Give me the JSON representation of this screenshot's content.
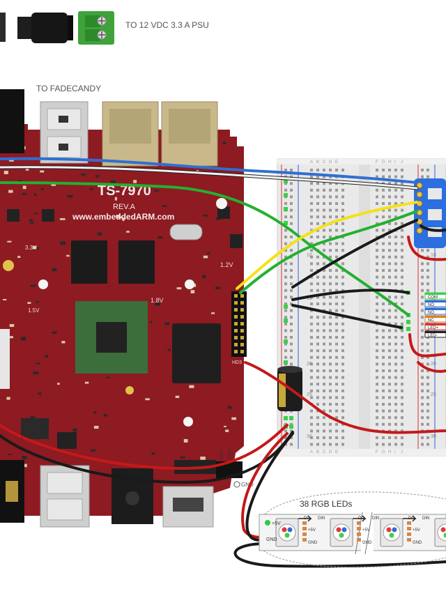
{
  "labels": {
    "psu": "TO 12 VDC 3.3 A PSU",
    "fadecandy": "TO FADECANDY",
    "leds": "38 RGB LEDs"
  },
  "board": {
    "model": "TS-7970",
    "rev": "REV.A",
    "url": "www.embeddedARM.com",
    "chip_labels": [
      "1.8V",
      "1.2V",
      "3.3V",
      "1.5V"
    ],
    "connector_label": "HD3",
    "can_labels": [
      "CAN",
      "CAN",
      "GND"
    ]
  },
  "breadboard": {
    "columns_left": [
      "A",
      "B",
      "C",
      "D",
      "E"
    ],
    "columns_right": [
      "F",
      "G",
      "H",
      "I",
      "J"
    ],
    "row_numbers": [
      "10",
      "15",
      "20",
      "25",
      "30"
    ]
  },
  "level_shifter_pins": [
    "COM",
    "NO",
    "NO",
    "NC",
    "LED+",
    "LED-"
  ],
  "led_pins": {
    "left": [
      "+5V",
      "GND"
    ],
    "chip_left": [
      "DO",
      "+5V",
      "GND"
    ],
    "chip_right": [
      "DIN",
      "+5V",
      "GND"
    ],
    "end": [
      "DO",
      "DIN"
    ]
  },
  "colors": {
    "board": "#8e1a22",
    "wire_red": "#c4191a",
    "wire_black": "#1a1a1a",
    "wire_blue": "#2f6fd1",
    "wire_white": "#f2f2f2",
    "wire_green": "#23b02f",
    "wire_yellow": "#f2e21a",
    "breakout": "#2b6fe0"
  },
  "icons": [
    "dc-barrel-jack-icon",
    "screw-terminal-icon",
    "capacitor-icon",
    "usb-port-icon",
    "ethernet-port-icon",
    "hdmi-port-icon",
    "audio-jack-icon"
  ]
}
